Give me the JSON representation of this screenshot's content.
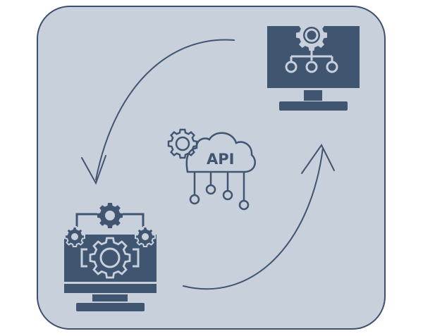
{
  "diagram": {
    "api_label": "API",
    "colors": {
      "background": "#ffffff",
      "panel_fill": "#c8d0dc",
      "panel_stroke": "#3c4f6b",
      "icon": "#405570",
      "screen_accent": "#c8d0dc"
    },
    "icons": {
      "top_right": "computer-network-gear-icon",
      "center": "api-cloud-gear-icon",
      "bottom_left": "computer-three-gears-icon"
    },
    "arrows": [
      "curved-arrow-top-to-left",
      "curved-arrow-bottom-to-right"
    ]
  }
}
